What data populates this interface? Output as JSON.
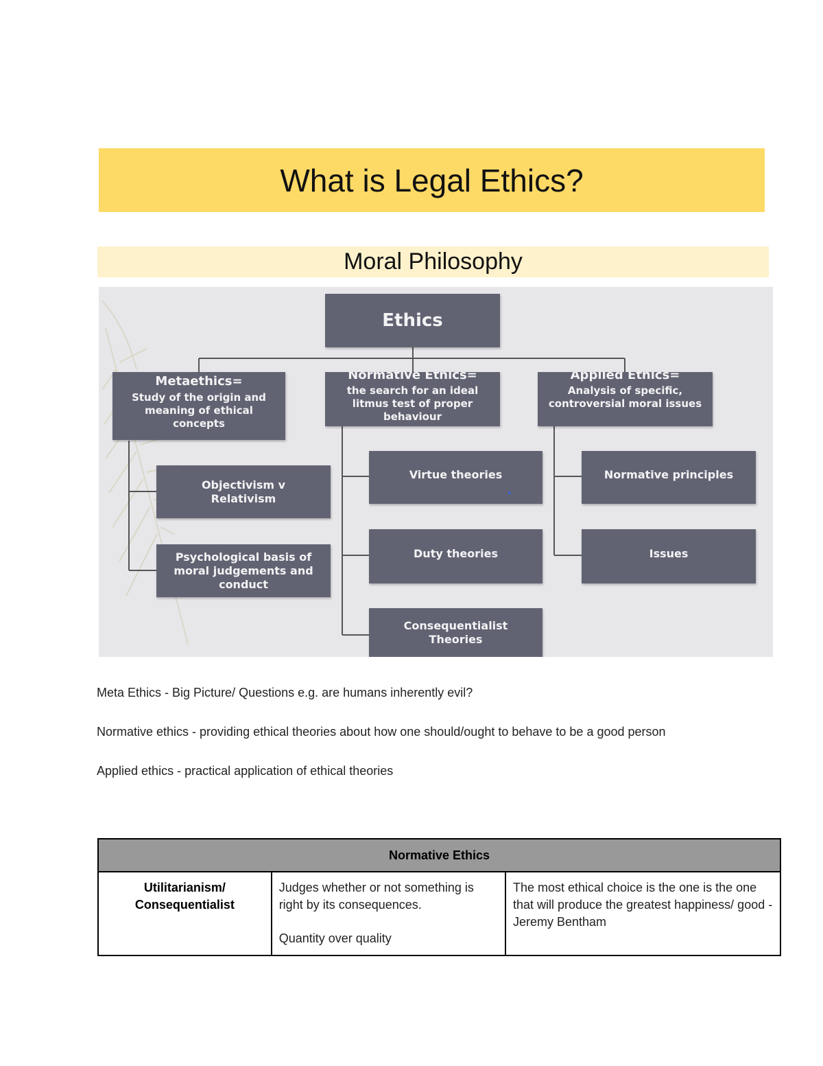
{
  "page": {
    "title": "What is Legal Ethics?",
    "section_title": "Moral Philosophy"
  },
  "diagram": {
    "root": "Ethics",
    "branches": [
      {
        "head": "Metaethics=",
        "sub": "Study of the origin and meaning of ethical concepts",
        "children": [
          "Objectivism v Relativism",
          "Psychological basis of moral judgements and conduct"
        ]
      },
      {
        "head": "Normative Ethics=",
        "sub": "the search for an ideal litmus test of proper behaviour",
        "children": [
          "Virtue theories",
          "Duty theories",
          "Consequentialist Theories"
        ]
      },
      {
        "head": "Applied Ethics=",
        "sub": "Analysis of specific, controversial moral issues",
        "children": [
          "Normative principles",
          "Issues"
        ]
      }
    ]
  },
  "notes": [
    "Meta Ethics - Big Picture/ Questions e.g. are humans inherently evil?",
    "Normative ethics - providing ethical theories about how one should/ought to behave to be a good person",
    "Applied ethics - practical application of ethical theories"
  ],
  "table": {
    "header": "Normative Ethics",
    "rows": [
      {
        "label": "Utilitarianism/ Consequentialist",
        "description_1": "Judges whether or not something is right by its consequences.",
        "description_2": "Quantity over quality",
        "detail": "The most ethical choice is the one is the one that will produce the greatest happiness/ good - Jeremy Bentham"
      }
    ]
  }
}
